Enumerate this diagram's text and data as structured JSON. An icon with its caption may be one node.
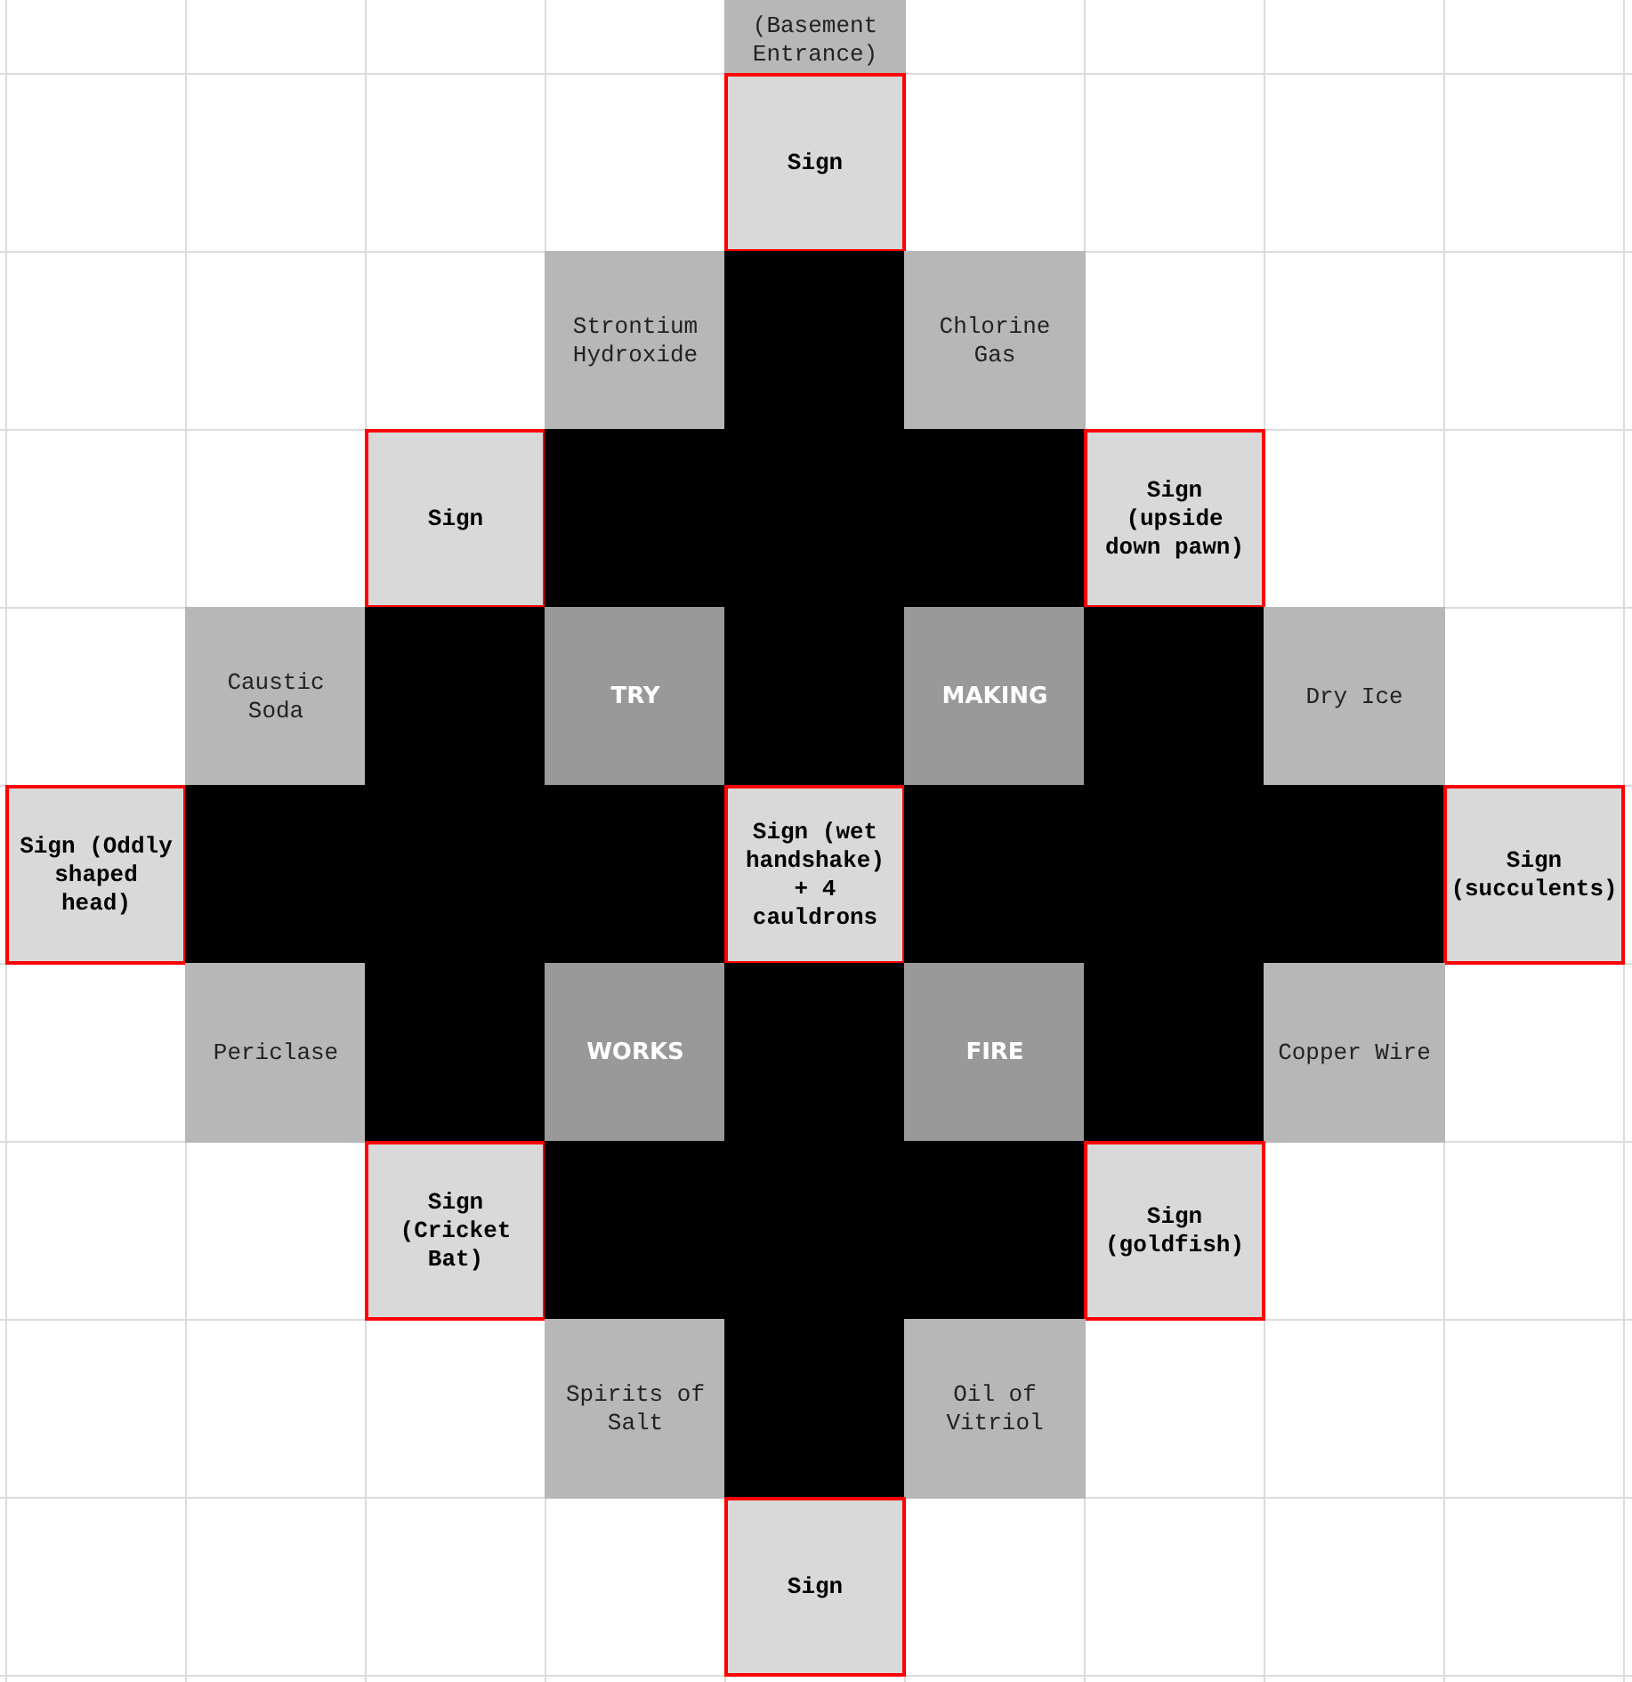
{
  "diagram": {
    "nodes": [
      {
        "text": [
          "(Basement Entrance)"
        ]
      },
      {
        "text": [
          "Sign"
        ]
      },
      {
        "text": [
          "Strontium Hydroxide"
        ]
      },
      {
        "text": [],
        "shape": "box"
      },
      {
        "text": [
          "Chlorine Gas"
        ]
      },
      {
        "text": [
          "Sign"
        ]
      },
      {
        "text": [],
        "shape": "box"
      },
      {
        "text": [],
        "shape": "box"
      },
      {
        "text": [],
        "shape": "box"
      },
      {
        "text": [
          "Sign (upside down pawn)"
        ]
      },
      {
        "text": [
          "Caustic Soda"
        ]
      },
      {
        "text": [],
        "shape": "box"
      },
      {
        "text": [
          "TRY"
        ]
      },
      {
        "text": [],
        "shape": "box"
      },
      {
        "text": [
          "MAKING"
        ]
      },
      {
        "text": [],
        "shape": "box"
      },
      {
        "text": [
          "Dry Ice"
        ]
      },
      {
        "text": [
          "Sign (Oddly shaped head)"
        ]
      },
      {
        "text": [],
        "shape": "box"
      },
      {
        "text": [],
        "shape": "box"
      },
      {
        "text": [],
        "shape": "box"
      },
      {
        "text": [
          "Sign (wet handshake) + 4 cauldrons"
        ]
      },
      {
        "text": [],
        "shape": "box"
      },
      {
        "text": [],
        "shape": "box"
      },
      {
        "text": [],
        "shape": "box"
      },
      {
        "text": [
          "Sign (succulents)"
        ]
      },
      {
        "text": [
          "Periclase"
        ]
      },
      {
        "text": [],
        "shape": "box"
      },
      {
        "text": [
          "WORKS"
        ]
      },
      {
        "text": [],
        "shape": "box"
      },
      {
        "text": [
          "FIRE"
        ]
      },
      {
        "text": [],
        "shape": "box"
      },
      {
        "text": [
          "Copper Wire"
        ]
      },
      {
        "text": [
          "Sign (Cricket Bat)"
        ]
      },
      {
        "text": [],
        "shape": "box"
      },
      {
        "text": [],
        "shape": "box"
      },
      {
        "text": [],
        "shape": "box"
      },
      {
        "text": [
          "Sign (goldfish)"
        ]
      },
      {
        "text": [
          "Spirits of Salt"
        ]
      },
      {
        "text": [],
        "shape": "box"
      },
      {
        "text": [
          "Oil of Vitriol"
        ]
      },
      {
        "text": [
          "Sign"
        ]
      }
    ],
    "edges": []
  }
}
